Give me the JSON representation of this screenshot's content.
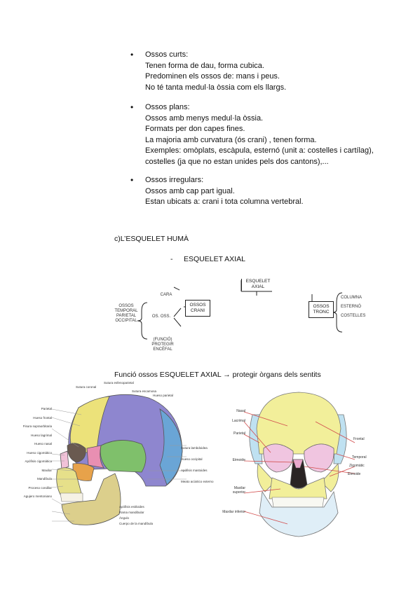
{
  "bullets": [
    {
      "title": "Ossos curts:",
      "lines": [
        "Tenen forma de dau, forma cubica.",
        "Predominen els ossos de: mans i peus.",
        "No té tanta medul·la òssia com els llargs."
      ]
    },
    {
      "title": "Ossos plans:",
      "lines": [
        "Ossos amb menys medul·la òssia.",
        "Formats per don capes fines.",
        "La majoria amb curvatura (ós crani) , tenen forma.",
        "Exemples: omòplats, escàpula, esternó (unit a: costelles i cartílag),",
        "costelles (ja que no estan unides pels dos cantons),..."
      ]
    },
    {
      "title": "Ossos irregulars:",
      "lines": [
        "Ossos amb cap part igual.",
        "Estan ubicats a: crani i tota columna vertebral."
      ]
    }
  ],
  "section_heading": "c)L’ESQUELET HUMÀ",
  "subheading_dash": "-",
  "subheading": "ESQUELET AXIAL",
  "diagram": {
    "top_box": [
      "ESQUELET",
      "AXIAL"
    ],
    "left_labels": [
      "OSSOS",
      "TEMPORAL",
      "PARIETAL",
      "OCCIPITAL"
    ],
    "left_mid": "OS. OSS.",
    "left_top": "CARA",
    "crani_box": [
      "OSSOS",
      "CRANI"
    ],
    "bottom_note": [
      "(FUNCIÓ)",
      "PROTEGIR",
      "ENCÈFAL"
    ],
    "tronc_box": [
      "OSSOS",
      "TRONC"
    ],
    "tronc_items": [
      "COLUMNA",
      "ESTERNÓ",
      "COSTELLES"
    ]
  },
  "function_line": "Funció ossos ESQUELET AXIAL → protegir òrgans dels sentits",
  "skull_left_labels_left": [
    "Parietal",
    "Hueso frontal",
    "Fisura supraorbitaria",
    "Hueso lagrimal",
    "Hueso nasal",
    "Hueso cigomático",
    "Apófisis cigomática",
    "Maxilar",
    "Mandíbula",
    "Proceso condilar",
    "Agujero mentoniano"
  ],
  "skull_left_labels_top": [
    "Sutura esfenoparietal",
    "Sutura coronal",
    "Sutura escamosa",
    "Hueso parietal"
  ],
  "skull_left_labels_right": [
    "Sutura lambdoidea",
    "Hueso occipital",
    "Apófisis mastoides",
    "Meato acústico externo"
  ],
  "skull_left_labels_bottom": [
    "Apófisis estiloides",
    "Rama mandibular",
    "Ángulo",
    "Cuerpo de la mandíbula"
  ],
  "skull_right_labels_left": [
    "Nasal",
    "Lacrimal",
    "Parietal",
    "Etmoide",
    "Maxilar superior",
    "Maxilar inferior"
  ],
  "skull_right_labels_right": [
    "Frontal",
    "Temporal",
    "Zigomàtic",
    "Etmoide"
  ],
  "colors": {
    "frontal": "#ece27a",
    "parietal": "#8e86cf",
    "temporal": "#7fc06b",
    "zygomatic": "#e7a24a",
    "maxilla": "#e6e08a",
    "mandible": "#dccf8c",
    "occipital": "#6aa5d6",
    "sphenoid": "#e88fb2",
    "nasal": "#f1c2d8",
    "face_front": "#f2ef9a",
    "mandible_front": "#dfeef7",
    "label_line": "#d24d4d"
  }
}
